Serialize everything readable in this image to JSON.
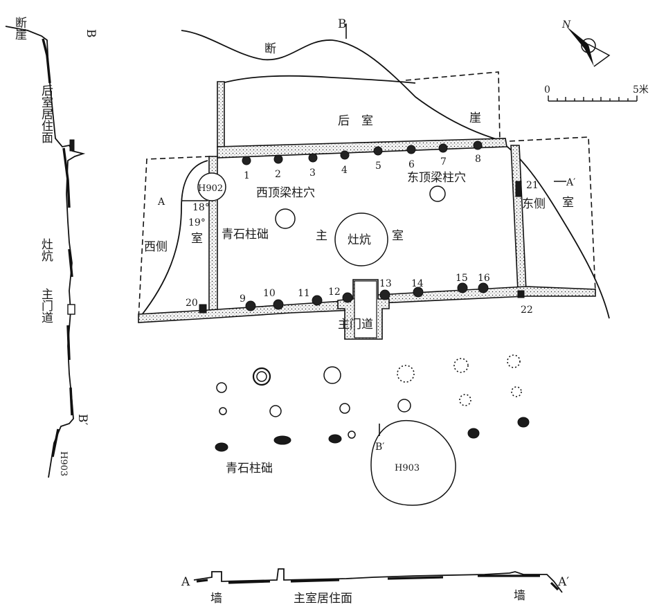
{
  "plan": {
    "rooms": {
      "rear": "后　室",
      "main_left": "主",
      "main_right": "室",
      "west_side_1": "西侧",
      "west_side_2": "室",
      "east_side_1": "东侧",
      "east_side_2": "室"
    },
    "cliff_top": "断",
    "cliff_right": "崖",
    "hearth": "灶炕",
    "pits": {
      "h902": "H902",
      "h903": "H903"
    },
    "beam_west": "西顶梁柱穴",
    "beam_east": "东顶梁柱穴",
    "stone_base": "青石柱础",
    "stone_base_outside": "青石柱础",
    "main_door": "主门道",
    "posts": [
      "1",
      "2",
      "3",
      "4",
      "5",
      "6",
      "7",
      "8",
      "9",
      "10",
      "11",
      "12",
      "13",
      "14",
      "15",
      "16"
    ],
    "post_18": "18°",
    "post_19": "19°",
    "post_20": "20",
    "post_21": "21",
    "post_22": "22",
    "section_a": "A",
    "section_a_prime": "A′",
    "section_b_top": "B",
    "section_b_prime": "B′"
  },
  "north_arrow": {
    "letter": "N"
  },
  "scale_bar": {
    "zero": "0",
    "end": "5米"
  },
  "section_bb": {
    "cliff": "断崖",
    "b": "B",
    "rear_floor": "后室居住面",
    "hearth": "灶炕",
    "main_door": "主门道",
    "b_prime": "B′",
    "h903": "H903"
  },
  "section_aa": {
    "a": "A",
    "a_prime": "A′",
    "wall_left": "墙",
    "floor": "主室居住面",
    "wall_right": "墙"
  }
}
